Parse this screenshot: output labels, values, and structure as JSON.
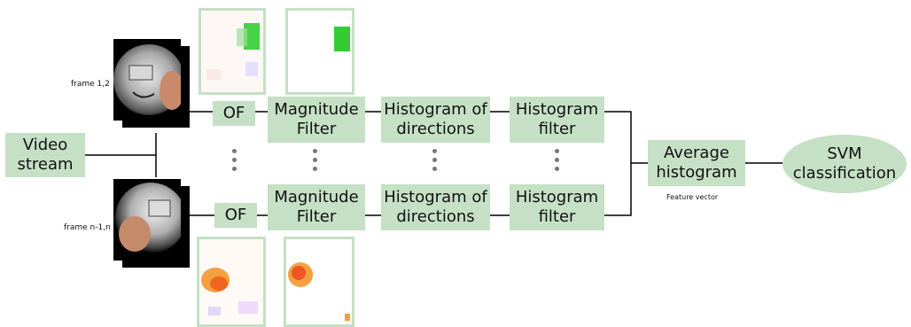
{
  "nodes": {
    "video_stream": "Video\nstream",
    "of_top": "OF",
    "of_bottom": "OF",
    "mag_top": "Magnitude\nFilter",
    "mag_bottom": "Magnitude\nFilter",
    "hist_dir_top": "Histogram of\ndirections",
    "hist_dir_bottom": "Histogram of\ndirections",
    "hist_filter_top": "Histogram\nfilter",
    "hist_filter_bottom": "Histogram\nfilter",
    "average_histogram": "Average\nhistogram",
    "svm": "SVM\nclassification"
  },
  "labels": {
    "frame_top": "frame 1,2",
    "frame_bottom": "frame n-1,n",
    "feature_vector": "Feature vector"
  },
  "colors": {
    "box_fill": "#c5e0c5",
    "connector": "#000000",
    "flow_green": "#22cc22",
    "flow_orange": "#ee7722"
  }
}
